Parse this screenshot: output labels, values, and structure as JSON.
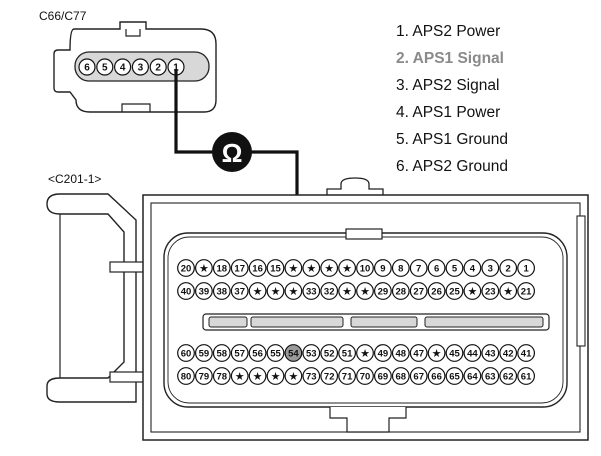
{
  "connector_c66": {
    "label": "C66/C77",
    "pins": [
      "6",
      "5",
      "4",
      "3",
      "2",
      "1"
    ]
  },
  "connector_c201": {
    "label": "<C201-1>",
    "rows": [
      [
        "20",
        "★",
        "18",
        "17",
        "16",
        "15",
        "★",
        "★",
        "★",
        "★",
        "10",
        "9",
        "8",
        "7",
        "6",
        "5",
        "4",
        "3",
        "2",
        "1"
      ],
      [
        "40",
        "39",
        "38",
        "37",
        "★",
        "★",
        "★",
        "33",
        "32",
        "★",
        "★",
        "29",
        "28",
        "27",
        "26",
        "25",
        "★",
        "23",
        "★",
        "21"
      ],
      [
        "60",
        "59",
        "58",
        "57",
        "56",
        "55",
        "54",
        "53",
        "52",
        "51",
        "★",
        "49",
        "48",
        "47",
        "★",
        "45",
        "44",
        "43",
        "42",
        "41"
      ],
      [
        "80",
        "79",
        "78",
        "★",
        "★",
        "★",
        "★",
        "73",
        "72",
        "71",
        "70",
        "69",
        "68",
        "67",
        "66",
        "65",
        "64",
        "63",
        "62",
        "61"
      ]
    ],
    "highlight_pin": "54"
  },
  "meter": {
    "symbol": "Ω"
  },
  "legend": [
    {
      "text": "1. APS2 Power",
      "highlight": false
    },
    {
      "text": "2. APS1 Signal",
      "highlight": true
    },
    {
      "text": "3. APS2 Signal",
      "highlight": false
    },
    {
      "text": "4. APS1 Power",
      "highlight": false
    },
    {
      "text": "5. APS1 Ground",
      "highlight": false
    },
    {
      "text": "6. APS2 Ground",
      "highlight": false
    }
  ]
}
